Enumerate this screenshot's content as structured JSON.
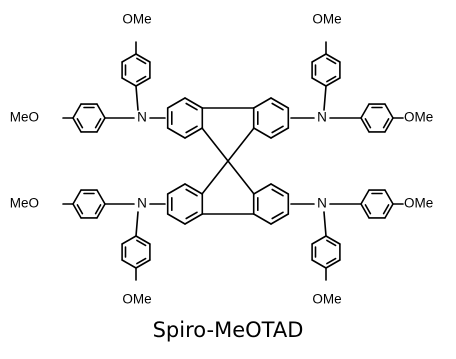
{
  "diagram": {
    "caption": "Spiro-MeOTAD",
    "labels": {
      "nitrogen": "N",
      "methoxy_left": "MeO",
      "methoxy_right": "OMe"
    },
    "colors": {
      "ink": "#000000",
      "background": "#ffffff"
    }
  }
}
